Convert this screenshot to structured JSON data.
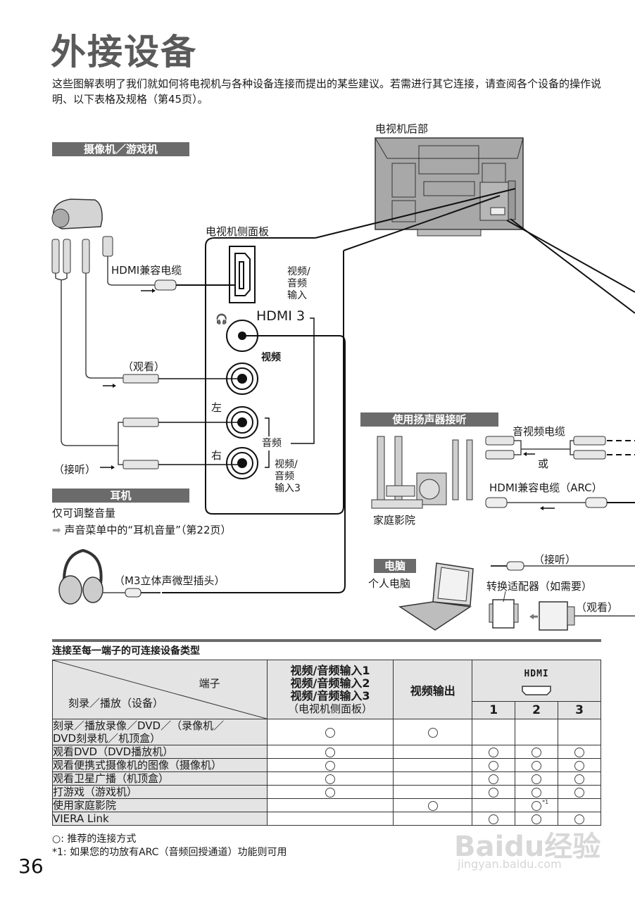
{
  "page": {
    "title": "外接设备",
    "intro": "这些图解表明了我们就如何将电视机与各种设备连接而提出的某些建议。若需进行其它连接，请查阅各个设备的操作说明、以下表格及规格（第45页）。",
    "page_number": "36"
  },
  "diagram": {
    "tv_rear_label": "电视机后部",
    "tv_side_label": "电视机侧面板",
    "camcorder_section": "摄像机／游戏机",
    "hdmi_cable_label": "HDMI兼容电缆",
    "av_in_hdmi_label_lines": [
      "视频/",
      "音频",
      "输入"
    ],
    "hdmi3_label": "HDMI 3",
    "video_label": "视频",
    "watch_label": "（观看）",
    "listen_label": "（接听）",
    "left_label": "左",
    "right_label": "右",
    "audio_label": "音频",
    "av_in3_label_lines": [
      "视频/",
      "音频",
      "输入3"
    ],
    "headphone_section": "耳机",
    "headphone_note": "仅可调整音量",
    "headphone_ref": "声音菜单中的“耳机音量”（第22页）",
    "headphone_plug_label": "（M3立体声微型插头）",
    "speaker_section": "使用扬声器接听",
    "av_cable_label": "音视频电缆",
    "or_label": "或",
    "hdmi_arc_label": "HDMI兼容电缆（ARC）",
    "home_theater_label": "家庭影院",
    "pc_section": "电脑",
    "pc_label": "个人电脑",
    "pc_listen_label": "（接听）",
    "adapter_label": "转换适配器（如需要）",
    "pc_watch_label": "（观看）"
  },
  "table": {
    "title": "连接至每一端子的可连接设备类型",
    "corner_top": "端子",
    "corner_bottom": "刻录／播放（设备）",
    "col_inputs_lines": [
      "视频/音频输入1",
      "视频/音频输入2",
      "视频/音频输入3"
    ],
    "col_inputs_sub": "（电视机侧面板）",
    "col_video_out": "视频输出",
    "col_hdmi_logo": "HDMI",
    "hdmi_ports": [
      "1",
      "2",
      "3"
    ],
    "mark_symbol": "○",
    "rows": [
      {
        "label_lines": [
          "刻录／播放录像／DVD／（录像机／",
          "DVD刻录机／机顶盒）"
        ],
        "av": true,
        "vout": true,
        "h1": false,
        "h2": false,
        "h3": false,
        "h2_note": ""
      },
      {
        "label_lines": [
          "观看DVD（DVD播放机）"
        ],
        "av": true,
        "vout": false,
        "h1": true,
        "h2": true,
        "h3": true,
        "h2_note": ""
      },
      {
        "label_lines": [
          "观看便携式摄像机的图像（摄像机）"
        ],
        "av": true,
        "vout": false,
        "h1": true,
        "h2": true,
        "h3": true,
        "h2_note": ""
      },
      {
        "label_lines": [
          "观看卫星广播（机顶盒）"
        ],
        "av": true,
        "vout": false,
        "h1": true,
        "h2": true,
        "h3": true,
        "h2_note": ""
      },
      {
        "label_lines": [
          "打游戏（游戏机）"
        ],
        "av": true,
        "vout": false,
        "h1": true,
        "h2": true,
        "h3": true,
        "h2_note": ""
      },
      {
        "label_lines": [
          "使用家庭影院"
        ],
        "av": false,
        "vout": true,
        "h1": false,
        "h2": true,
        "h3": false,
        "h2_note": "*1"
      },
      {
        "label_lines": [
          "VIERA Link"
        ],
        "av": false,
        "vout": false,
        "h1": true,
        "h2": true,
        "h3": true,
        "h2_note": ""
      }
    ]
  },
  "footnotes": {
    "legend": "○: 推荐的连接方式",
    "note1": "*1: 如果您的功放有ARC（音频回授通道）功能则可用"
  },
  "watermark": {
    "brand": "Baidu经验",
    "url": "jingyan.baidu.com"
  },
  "colors": {
    "section_bar": "#6b6b6b",
    "table_header_bg": "#e4e4e4",
    "title_gray": "#5a5a5a"
  }
}
